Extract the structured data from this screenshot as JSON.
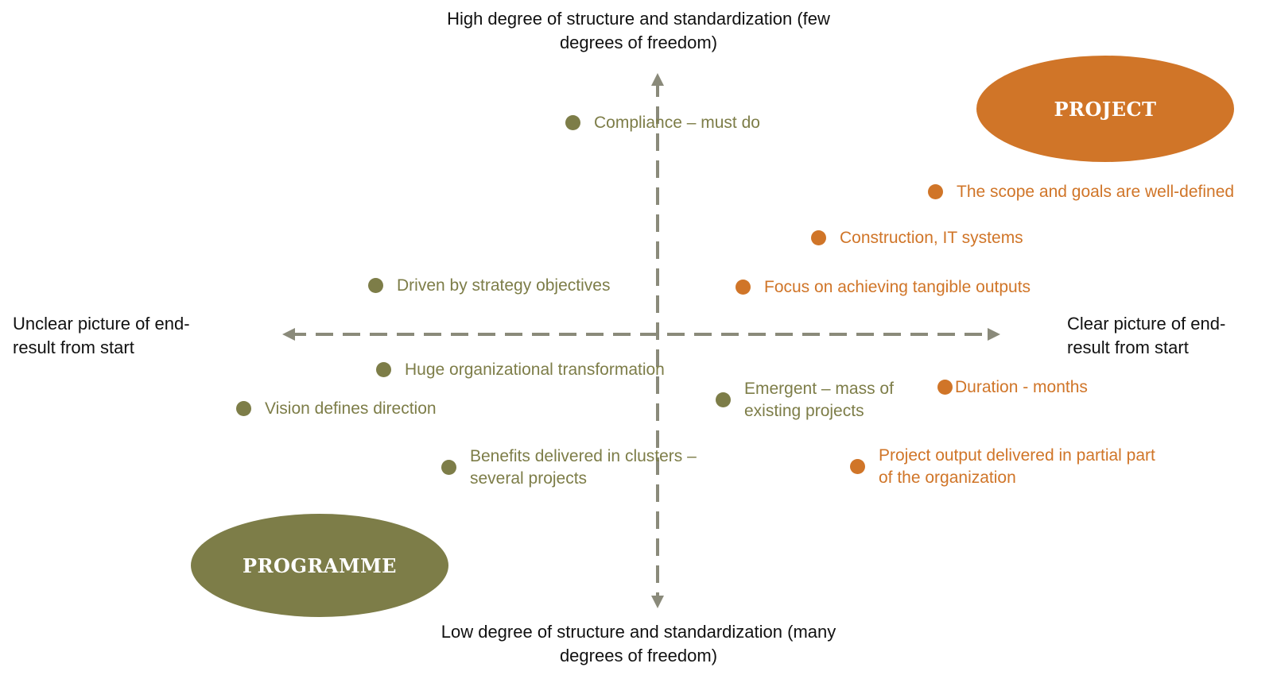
{
  "axes": {
    "top": "High degree of structure and standardization (few\ndegrees of freedom)",
    "bottom": "Low degree of structure and standardization (many\ndegrees of freedom)",
    "left": "Unclear picture of end-\nresult from start",
    "right": "Clear picture of end-\nresult from start",
    "color": "#8a8a7a"
  },
  "ellipses": {
    "project": {
      "label": "PROJECT",
      "color": "#d07528"
    },
    "programme": {
      "label": "PROGRAMME",
      "color": "#7d7d48"
    }
  },
  "programme_points": [
    "Compliance – must do",
    "Driven by strategy objectives",
    "Huge organizational transformation",
    "Vision defines direction",
    "Emergent – mass of\nexisting projects",
    "Benefits delivered in clusters –\nseveral projects"
  ],
  "project_points": [
    "The scope and goals are well-defined",
    "Construction, IT systems",
    "Focus on achieving tangible outputs",
    "Duration - months",
    "Project output delivered in partial part\nof the organization"
  ]
}
